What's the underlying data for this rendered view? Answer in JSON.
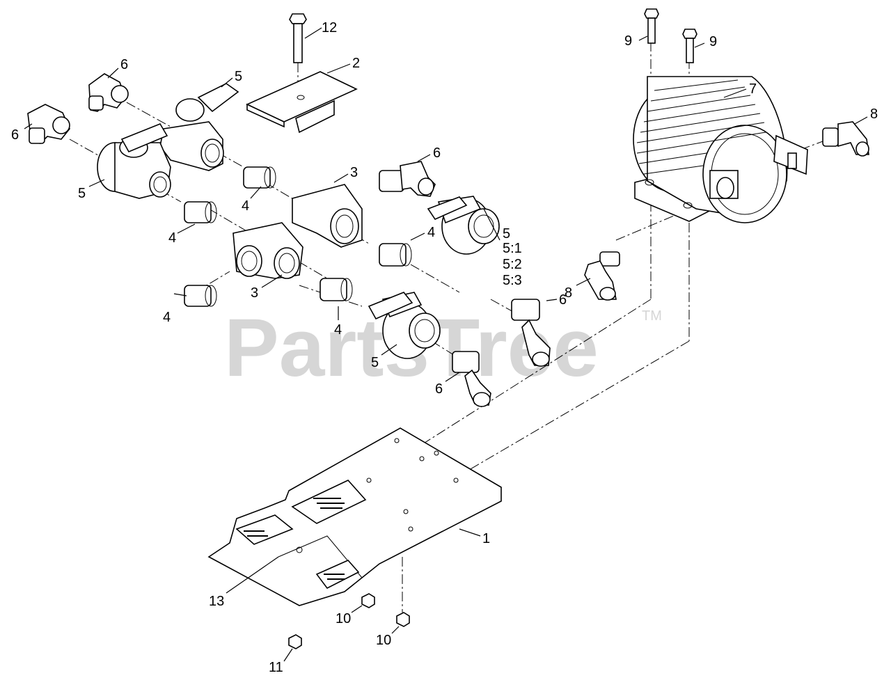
{
  "watermark": {
    "text": "PartsTree",
    "trademark": "TM"
  },
  "callouts": [
    {
      "id": "c12",
      "text": "12"
    },
    {
      "id": "c2",
      "text": "2"
    },
    {
      "id": "c9a",
      "text": "9"
    },
    {
      "id": "c9b",
      "text": "9"
    },
    {
      "id": "c7",
      "text": "7"
    },
    {
      "id": "c8a",
      "text": "8"
    },
    {
      "id": "c6a",
      "text": "6"
    },
    {
      "id": "c5a",
      "text": "5"
    },
    {
      "id": "c6b",
      "text": "6"
    },
    {
      "id": "c5b",
      "text": "5"
    },
    {
      "id": "c3a",
      "text": "3"
    },
    {
      "id": "c6c",
      "text": "6"
    },
    {
      "id": "c4a",
      "text": "4"
    },
    {
      "id": "c4b",
      "text": "4"
    },
    {
      "id": "c4c",
      "text": "4"
    },
    {
      "id": "c5c",
      "text": "5"
    },
    {
      "id": "c51",
      "text": "5:1"
    },
    {
      "id": "c52",
      "text": "5:2"
    },
    {
      "id": "c53",
      "text": "5:3"
    },
    {
      "id": "c8b",
      "text": "8"
    },
    {
      "id": "c3b",
      "text": "3"
    },
    {
      "id": "c4d",
      "text": "4"
    },
    {
      "id": "c4e",
      "text": "4"
    },
    {
      "id": "c6d",
      "text": "6"
    },
    {
      "id": "c5d",
      "text": "5"
    },
    {
      "id": "c6e",
      "text": "6"
    },
    {
      "id": "c1",
      "text": "1"
    },
    {
      "id": "c13",
      "text": "13"
    },
    {
      "id": "c10a",
      "text": "10"
    },
    {
      "id": "c10b",
      "text": "10"
    },
    {
      "id": "c11",
      "text": "11"
    }
  ]
}
